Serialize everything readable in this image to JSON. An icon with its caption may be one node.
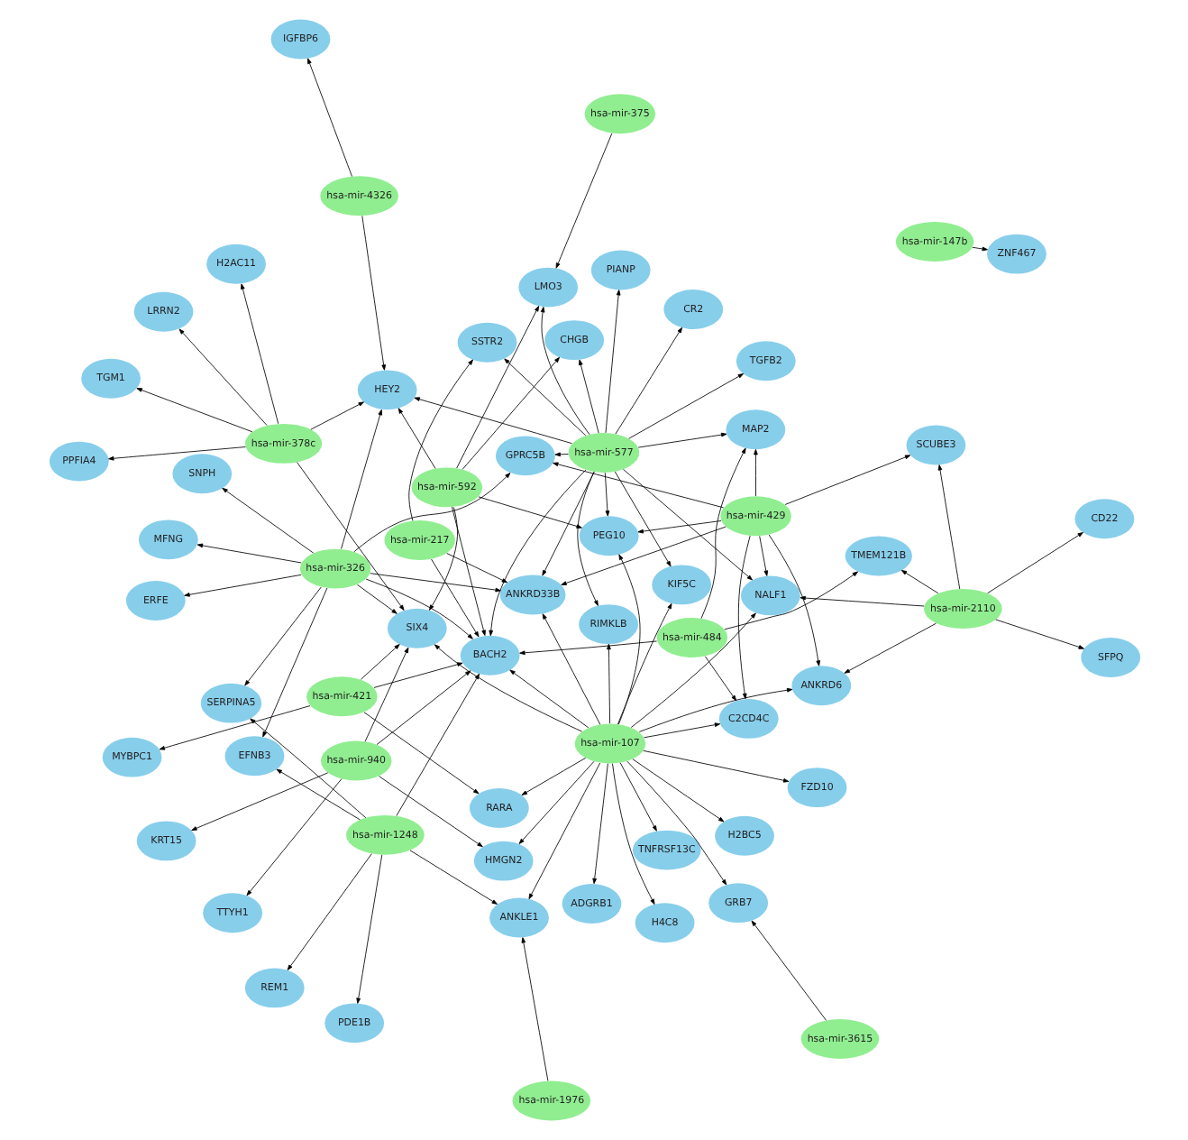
{
  "diagram": {
    "nodes": [
      {
        "text": [
          "hsa-mir-1976"
        ]
      },
      {
        "text": [
          "hsa-mir-3615"
        ]
      },
      {
        "text": [
          "REM1"
        ]
      },
      {
        "text": [
          "MYBPC1"
        ]
      },
      {
        "text": [
          "PDE1B"
        ]
      },
      {
        "text": [
          "KRT15"
        ]
      },
      {
        "text": [
          "ANKLE1"
        ]
      },
      {
        "text": [
          "H2BC5"
        ]
      },
      {
        "text": [
          "ADGRB1"
        ]
      },
      {
        "text": [
          "TNFRSF13C"
        ]
      },
      {
        "text": [
          "GRB7"
        ]
      },
      {
        "text": [
          "HMGN2"
        ]
      },
      {
        "text": [
          "RARA"
        ]
      },
      {
        "text": [
          "FZD10"
        ]
      },
      {
        "text": [
          "hsa-mir-1248"
        ]
      },
      {
        "text": [
          "H4C8"
        ]
      },
      {
        "text": [
          "TTYH1"
        ]
      },
      {
        "text": [
          "hsa-mir-421"
        ]
      },
      {
        "text": [
          "hsa-mir-940"
        ]
      },
      {
        "text": [
          "hsa-mir-107"
        ]
      },
      {
        "text": [
          "EFNB3"
        ]
      },
      {
        "text": [
          "C2CD4C"
        ]
      },
      {
        "text": [
          "ANKRD6"
        ]
      },
      {
        "text": [
          "TMEM121B"
        ]
      },
      {
        "text": [
          "SERPINA5"
        ]
      },
      {
        "text": [
          "SIX4"
        ]
      },
      {
        "text": [
          "BACH2"
        ]
      },
      {
        "text": [
          "hsa-mir-484"
        ]
      },
      {
        "text": [
          "KIF5C"
        ]
      },
      {
        "text": [
          "ERFE"
        ]
      },
      {
        "text": [
          "ANKRD33B"
        ]
      },
      {
        "text": [
          "PEG10"
        ]
      },
      {
        "text": [
          "RIMKLB"
        ]
      },
      {
        "text": [
          "NALF1"
        ]
      },
      {
        "text": [
          "CD22"
        ]
      },
      {
        "text": [
          "hsa-mir-326"
        ]
      },
      {
        "text": [
          "hsa-mir-217"
        ]
      },
      {
        "text": [
          "hsa-mir-2110"
        ]
      },
      {
        "text": [
          "MFNG"
        ]
      },
      {
        "text": [
          "PPFIA4"
        ]
      },
      {
        "text": [
          "hsa-mir-429"
        ]
      },
      {
        "text": [
          "hsa-mir-378c"
        ]
      },
      {
        "text": [
          "hsa-mir-592"
        ]
      },
      {
        "text": [
          "SNPH"
        ]
      },
      {
        "text": [
          "GPRC5B"
        ]
      },
      {
        "text": [
          "hsa-mir-577"
        ]
      },
      {
        "text": [
          "SFPQ"
        ]
      },
      {
        "text": [
          "H2AC11"
        ]
      },
      {
        "text": [
          "LRRN2"
        ]
      },
      {
        "text": [
          "HEY2"
        ]
      },
      {
        "text": [
          "MAP2"
        ]
      },
      {
        "text": [
          "SCUBE3"
        ]
      },
      {
        "text": [
          "TGFB2"
        ]
      },
      {
        "text": [
          "SSTR2"
        ]
      },
      {
        "text": [
          "CHGB"
        ]
      },
      {
        "text": [
          "PIANP"
        ]
      },
      {
        "text": [
          "LMO3"
        ]
      },
      {
        "text": [
          "CR2"
        ]
      },
      {
        "text": [
          "TGM1"
        ]
      },
      {
        "text": [
          "hsa-mir-4326"
        ]
      },
      {
        "text": [
          "hsa-mir-147b"
        ]
      },
      {
        "text": [
          "hsa-mir-375"
        ]
      },
      {
        "text": [
          "ZNF467"
        ]
      },
      {
        "text": [
          "IGFBP6"
        ]
      }
    ],
    "edges": [
      {
        "from": 0,
        "to": 6,
        "arrow": "to"
      },
      {
        "from": 1,
        "to": 10,
        "arrow": "to"
      },
      {
        "from": 14,
        "to": 2,
        "arrow": "to"
      },
      {
        "from": 14,
        "to": 4,
        "arrow": "to"
      },
      {
        "from": 14,
        "to": 6,
        "arrow": "to"
      },
      {
        "from": 14,
        "to": 20,
        "arrow": "to"
      },
      {
        "from": 14,
        "to": 24,
        "arrow": "to"
      },
      {
        "from": 14,
        "to": 26,
        "arrow": "to"
      },
      {
        "from": 17,
        "to": 3,
        "arrow": "to"
      },
      {
        "from": 17,
        "to": 12,
        "arrow": "to"
      },
      {
        "from": 17,
        "to": 25,
        "arrow": "to"
      },
      {
        "from": 17,
        "to": 26,
        "arrow": "to"
      },
      {
        "from": 18,
        "to": 5,
        "arrow": "to"
      },
      {
        "from": 18,
        "to": 16,
        "arrow": "to"
      },
      {
        "from": 18,
        "to": 11,
        "arrow": "to"
      },
      {
        "from": 18,
        "to": 25,
        "arrow": "to"
      },
      {
        "from": 18,
        "to": 26,
        "arrow": "to"
      },
      {
        "from": 19,
        "to": 7,
        "arrow": "to"
      },
      {
        "from": 19,
        "to": 8,
        "arrow": "to"
      },
      {
        "from": 19,
        "to": 9,
        "arrow": "to"
      },
      {
        "from": 19,
        "to": 13,
        "arrow": "to"
      },
      {
        "from": 19,
        "to": 10,
        "arrow": "to"
      },
      {
        "from": 19,
        "to": 15,
        "arrow": "to"
      },
      {
        "from": 19,
        "to": 21,
        "arrow": "to"
      },
      {
        "from": 19,
        "to": 22,
        "arrow": "to"
      },
      {
        "from": 19,
        "to": 11,
        "arrow": "to"
      },
      {
        "from": 19,
        "to": 12,
        "arrow": "to"
      },
      {
        "from": 19,
        "to": 6,
        "arrow": "to"
      },
      {
        "from": 19,
        "to": 26,
        "arrow": "to"
      },
      {
        "from": 19,
        "to": 25,
        "arrow": "to"
      },
      {
        "from": 19,
        "to": 30,
        "arrow": "to"
      },
      {
        "from": 19,
        "to": 28,
        "arrow": "to"
      },
      {
        "from": 19,
        "to": 31,
        "arrow": "to"
      },
      {
        "from": 19,
        "to": 32,
        "arrow": "to"
      },
      {
        "from": 19,
        "to": 33,
        "arrow": "to"
      },
      {
        "from": 27,
        "to": 21,
        "arrow": "to"
      },
      {
        "from": 27,
        "to": 26,
        "arrow": "to"
      },
      {
        "from": 27,
        "to": 23,
        "arrow": "to"
      },
      {
        "from": 27,
        "to": 50,
        "arrow": "to"
      },
      {
        "from": 35,
        "to": 29,
        "arrow": "to"
      },
      {
        "from": 35,
        "to": 38,
        "arrow": "to"
      },
      {
        "from": 35,
        "to": 43,
        "arrow": "to"
      },
      {
        "from": 35,
        "to": 20,
        "arrow": "to"
      },
      {
        "from": 35,
        "to": 24,
        "arrow": "to"
      },
      {
        "from": 35,
        "to": 25,
        "arrow": "to"
      },
      {
        "from": 35,
        "to": 26,
        "arrow": "to"
      },
      {
        "from": 35,
        "to": 30,
        "arrow": "to"
      },
      {
        "from": 35,
        "to": 49,
        "arrow": "to"
      },
      {
        "from": 35,
        "to": 44,
        "arrow": "to"
      },
      {
        "from": 36,
        "to": 26,
        "arrow": "to"
      },
      {
        "from": 36,
        "to": 30,
        "arrow": "to"
      },
      {
        "from": 36,
        "to": 53,
        "arrow": "to"
      },
      {
        "from": 37,
        "to": 33,
        "arrow": "to"
      },
      {
        "from": 37,
        "to": 22,
        "arrow": "to"
      },
      {
        "from": 37,
        "to": 23,
        "arrow": "to"
      },
      {
        "from": 37,
        "to": 34,
        "arrow": "to"
      },
      {
        "from": 37,
        "to": 46,
        "arrow": "to"
      },
      {
        "from": 37,
        "to": 51,
        "arrow": "to"
      },
      {
        "from": 40,
        "to": 30,
        "arrow": "to"
      },
      {
        "from": 40,
        "to": 31,
        "arrow": "to"
      },
      {
        "from": 40,
        "to": 33,
        "arrow": "to"
      },
      {
        "from": 40,
        "to": 50,
        "arrow": "to"
      },
      {
        "from": 40,
        "to": 51,
        "arrow": "to"
      },
      {
        "from": 40,
        "to": 22,
        "arrow": "to"
      },
      {
        "from": 40,
        "to": 21,
        "arrow": "to"
      },
      {
        "from": 40,
        "to": 44,
        "arrow": "to"
      },
      {
        "from": 41,
        "to": 39,
        "arrow": "to"
      },
      {
        "from": 41,
        "to": 47,
        "arrow": "to"
      },
      {
        "from": 41,
        "to": 48,
        "arrow": "to"
      },
      {
        "from": 41,
        "to": 58,
        "arrow": "to"
      },
      {
        "from": 41,
        "to": 49,
        "arrow": "to"
      },
      {
        "from": 41,
        "to": 25,
        "arrow": "to"
      },
      {
        "from": 42,
        "to": 26,
        "arrow": "to"
      },
      {
        "from": 42,
        "to": 25,
        "arrow": "to"
      },
      {
        "from": 42,
        "to": 49,
        "arrow": "to"
      },
      {
        "from": 42,
        "to": 31,
        "arrow": "to"
      },
      {
        "from": 42,
        "to": 54,
        "arrow": "to"
      },
      {
        "from": 42,
        "to": 56,
        "arrow": "to"
      },
      {
        "from": 45,
        "to": 30,
        "arrow": "to"
      },
      {
        "from": 45,
        "to": 26,
        "arrow": "to"
      },
      {
        "from": 45,
        "to": 28,
        "arrow": "to"
      },
      {
        "from": 45,
        "to": 31,
        "arrow": "to"
      },
      {
        "from": 45,
        "to": 32,
        "arrow": "to"
      },
      {
        "from": 45,
        "to": 33,
        "arrow": "to"
      },
      {
        "from": 45,
        "to": 50,
        "arrow": "to"
      },
      {
        "from": 45,
        "to": 55,
        "arrow": "to"
      },
      {
        "from": 45,
        "to": 57,
        "arrow": "to"
      },
      {
        "from": 45,
        "to": 56,
        "arrow": "to"
      },
      {
        "from": 45,
        "to": 54,
        "arrow": "to"
      },
      {
        "from": 45,
        "to": 53,
        "arrow": "to"
      },
      {
        "from": 45,
        "to": 52,
        "arrow": "to"
      },
      {
        "from": 45,
        "to": 49,
        "arrow": "to"
      },
      {
        "from": 45,
        "to": 44,
        "arrow": "to"
      },
      {
        "from": 59,
        "to": 49,
        "arrow": "to"
      },
      {
        "from": 59,
        "to": 63,
        "arrow": "to"
      },
      {
        "from": 61,
        "to": 56,
        "arrow": "to"
      },
      {
        "from": 60,
        "to": 62,
        "arrow": "to"
      }
    ]
  }
}
